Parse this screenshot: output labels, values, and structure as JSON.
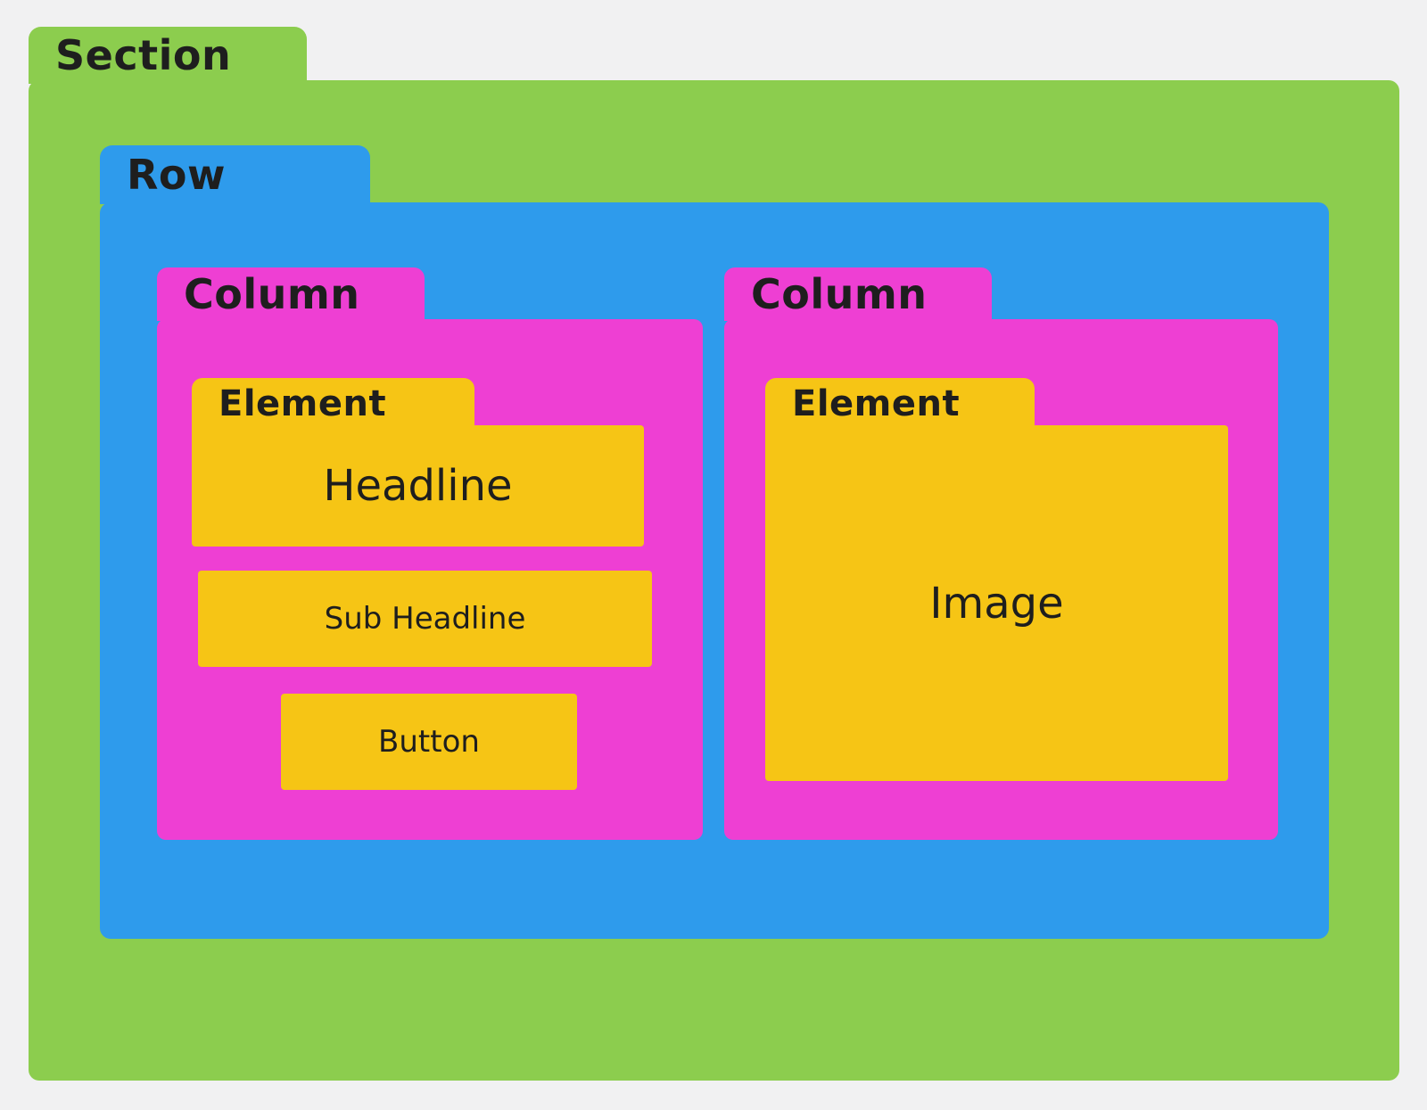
{
  "diagram": {
    "title_hint": "page layout hierarchy diagram",
    "section": {
      "label": "Section"
    },
    "row": {
      "label": "Row"
    },
    "columns": [
      {
        "label": "Column",
        "elements": [
          {
            "label": "Element",
            "content": "Headline"
          },
          {
            "content": "Sub Headline"
          },
          {
            "content": "Button"
          }
        ]
      },
      {
        "label": "Column",
        "elements": [
          {
            "label": "Element",
            "content": "Image"
          }
        ]
      }
    ],
    "colors": {
      "section_green": "#8ccd4e",
      "row_blue": "#2e9bec",
      "column_pink": "#ee3fd3",
      "element_yellow": "#f6c515",
      "background_gray": "#f1f1f2",
      "text_dark": "#1e1e1e"
    }
  }
}
